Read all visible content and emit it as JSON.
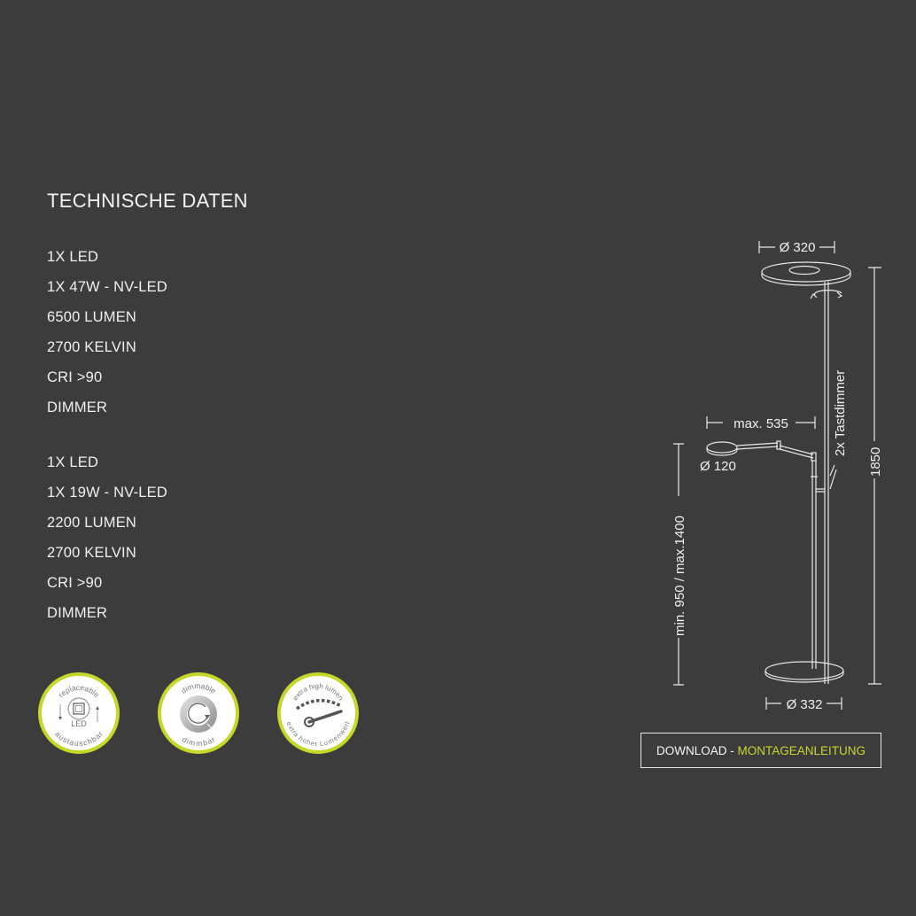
{
  "heading": "TECHNISCHE DATEN",
  "specs_group_1": [
    "1X LED",
    "1X 47W - NV-LED",
    "6500 LUMEN",
    "2700 KELVIN",
    "CRI >90",
    "DIMMER"
  ],
  "specs_group_2": [
    "1X LED",
    "1X 19W - NV-LED",
    "2200 LUMEN",
    "2700 KELVIN",
    "CRI >90",
    "DIMMER"
  ],
  "badges": [
    {
      "icon": "replaceable-led-icon",
      "top_text": "replaceable",
      "center_text": "LED",
      "bottom_text": "austauschbar"
    },
    {
      "icon": "dimmable-icon",
      "top_text": "dimmable",
      "bottom_text": "dimmbar"
    },
    {
      "icon": "extra-high-lumen-icon",
      "top_text": "extra high lumen",
      "bottom_text": "extra hoher Lumenwert"
    }
  ],
  "drawing": {
    "top_diameter": "Ø 320",
    "arm_reach": "max. 535",
    "reading_diameter": "Ø 120",
    "reading_height": "min. 950 / max.1400",
    "dimmer_label": "2x Tastdimmer",
    "total_height": "1850",
    "base_diameter": "Ø 332"
  },
  "download": {
    "prefix": "DOWNLOAD - ",
    "label": "MONTAGEANLEITUNG"
  },
  "colors": {
    "background": "#3c3c3c",
    "accent": "#c8d62c",
    "text": "#f0f0f0"
  }
}
